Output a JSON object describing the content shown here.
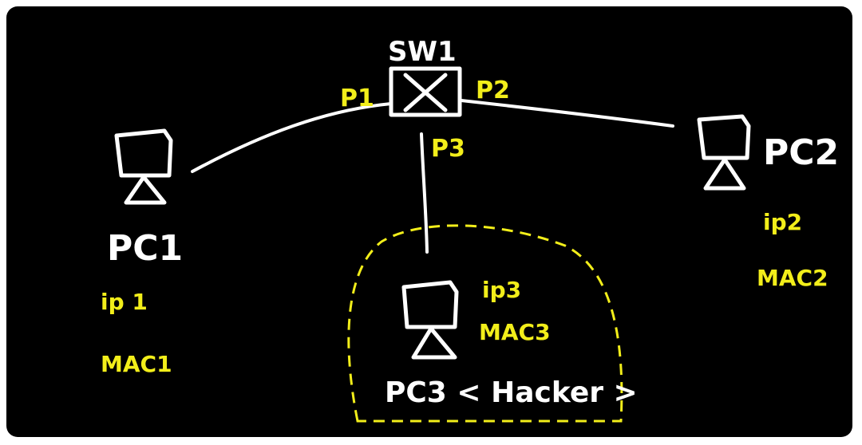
{
  "switch": {
    "name": "SW1",
    "ports": {
      "p1": "P1",
      "p2": "P2",
      "p3": "P3"
    }
  },
  "pcs": {
    "pc1": {
      "name": "PC1",
      "ip": "ip 1",
      "mac": "MAC1"
    },
    "pc2": {
      "name": "PC2",
      "ip": "ip2",
      "mac": "MAC2"
    },
    "pc3": {
      "name": "PC3 < Hacker >",
      "ip": "ip3",
      "mac": "MAC3"
    }
  },
  "colors": {
    "background": "#000000",
    "lines": "#ffffff",
    "annotation": "#f2ee1a"
  }
}
